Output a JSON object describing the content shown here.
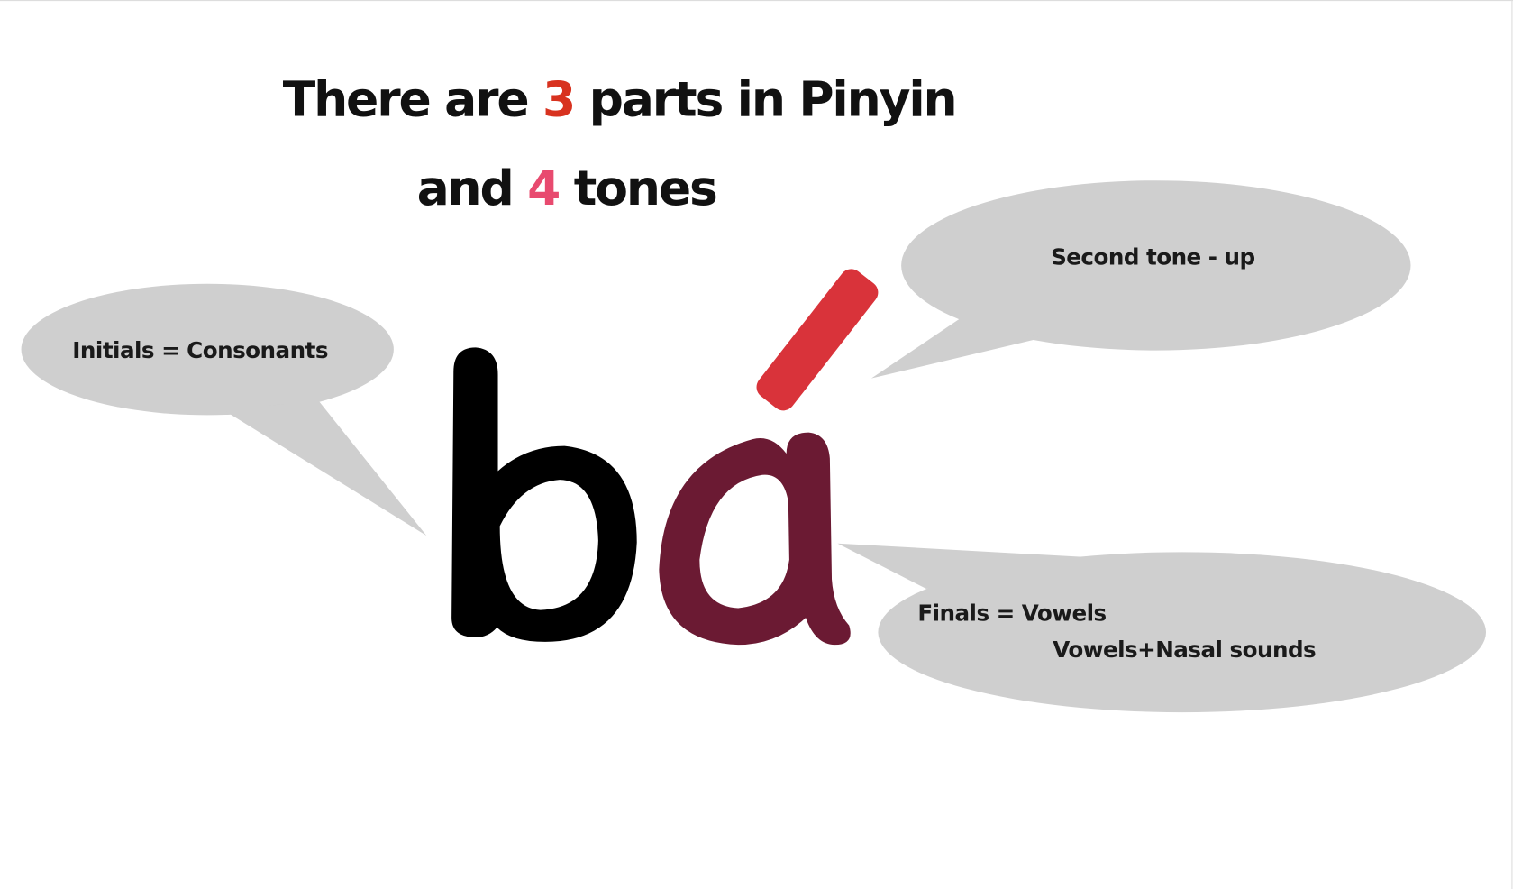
{
  "title": {
    "line1_before": "There are ",
    "line1_number": "3",
    "line1_after": " parts in Pinyin",
    "line2_before": "and ",
    "line2_number": "4",
    "line2_after": " tones"
  },
  "syllable": {
    "initial": "b",
    "final": "a",
    "tone_mark": "´"
  },
  "bubbles": {
    "initials": "Initials = Consonants",
    "tone": "Second tone - up",
    "finals_line1": "Finals = Vowels",
    "finals_line2": "Vowels+Nasal sounds"
  },
  "colors": {
    "number3": "#d8321f",
    "number4": "#e84a6f",
    "initial": "#000000",
    "final": "#6b1a33",
    "tone_mark": "#d9333a",
    "bubble": "#cfcfcf"
  }
}
